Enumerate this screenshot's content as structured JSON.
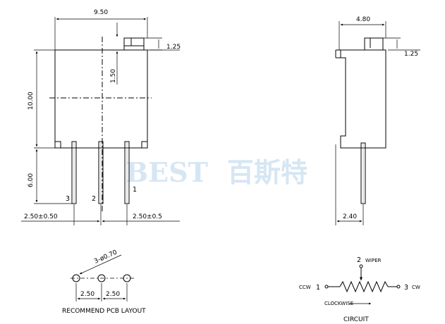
{
  "watermark": {
    "latin": "BEST",
    "cjk": "百斯特",
    "color": "#d6e6f3"
  },
  "front_view": {
    "width_dim": "9.50",
    "top_tab_dim": "1.25",
    "slot_dim": "1.50",
    "body_height_dim": "10.00",
    "pin_length_dim": "6.00",
    "pin_labels": [
      "3",
      "2",
      "1"
    ],
    "left_spacing_dim": "2.50±0.50",
    "right_spacing_dim": "2.50±0.5"
  },
  "side_view": {
    "width_dim": "4.80",
    "top_tab_dim": "1.25",
    "pin_offset_dim": "2.40"
  },
  "pcb_layout": {
    "hole_dim": "3-ø0.70",
    "spacing_left": "2.50",
    "spacing_right": "2.50",
    "caption": "RECOMMEND PCB LAYOUT"
  },
  "circuit": {
    "wiper_number": "2",
    "wiper_label": "WIPER",
    "ccw_label": "CCW",
    "ccw_number": "1",
    "cw_number": "3",
    "cw_label": "CW",
    "direction_label": "CLOCKWISE",
    "caption": "CIRCUIT"
  }
}
